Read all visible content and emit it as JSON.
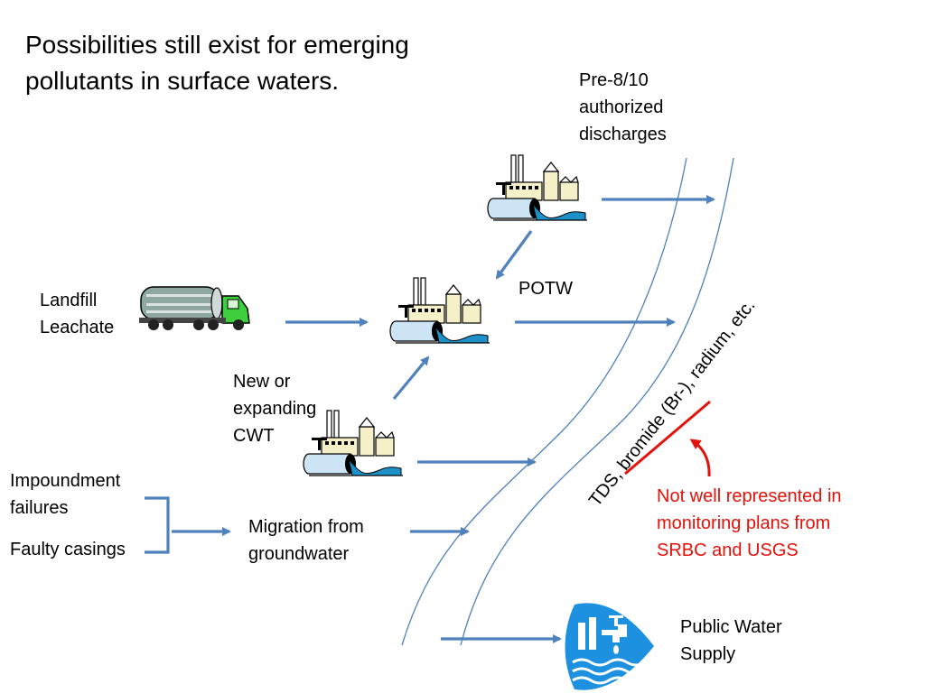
{
  "title": "Possibilities still exist for emerging\npollutants in surface waters.",
  "labels": {
    "pre_authorized": "Pre-8/10\nauthorized\ndischarges",
    "potw": "POTW",
    "landfill": "Landfill\nLeachate",
    "cwt": "New or\nexpanding\nCWT",
    "impoundment": "Impoundment\nfailures",
    "faulty_casings": "Faulty casings",
    "migration": "Migration from\ngroundwater",
    "public_water": "Public Water\nSupply",
    "contaminants": "TDS, bromide (Br-), radium, etc.",
    "not_represented": "Not well represented in\nmonitoring plans from\nSRBC and USGS"
  },
  "colors": {
    "arrow": "#4f81bd",
    "river": "#4f81bd",
    "highlight": "#e3120b",
    "truck_tank": "#8fa7a3",
    "truck_cab": "#3ecf3e",
    "supply_icon": "#1e90e0"
  },
  "icons": {
    "factory": "factory-icon",
    "truck": "truck-icon",
    "water_supply": "water-supply-icon"
  }
}
